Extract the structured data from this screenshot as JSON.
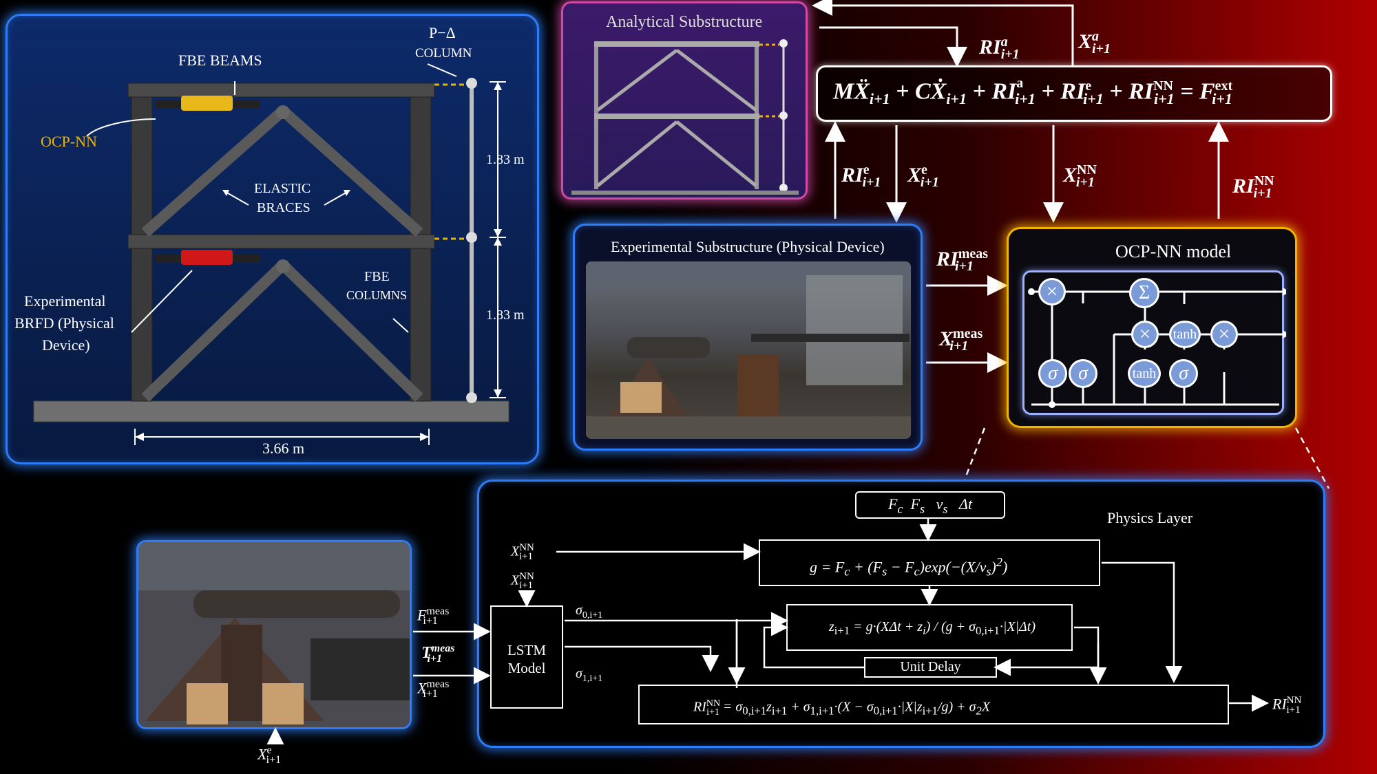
{
  "frame_panel": {
    "fbe_beams": "FBE BEAMS",
    "p_delta": "P−Δ",
    "column": "COLUMN",
    "ocp_nn": "OCP-NN",
    "elastic": "ELASTIC",
    "braces": "BRACES",
    "fbe": "FBE",
    "columns": "COLUMNS",
    "experimental": "Experimental",
    "brfd": "BRFD (Physical",
    "device": "Device)",
    "height_upper": "1.83 m",
    "height_lower": "1.83 m",
    "width": "3.66 m"
  },
  "analytical": {
    "title": "Analytical Substructure"
  },
  "equation": {
    "main": "MẌ",
    "full_parts": [
      "MẌ",
      "i+1",
      " + CẊ",
      "i+1",
      " + RI",
      "a",
      "i+1",
      " + RI",
      "e",
      "i+1",
      " + RI",
      "NN",
      "i+1",
      " = F",
      "ext",
      "i+1"
    ]
  },
  "signals": {
    "RI": "RI",
    "X": "X",
    "a": "a",
    "e": "e",
    "NN": "NN",
    "meas": "meas",
    "sub": "i+1"
  },
  "experimental": {
    "title": "Experimental Substructure (Physical Device)"
  },
  "ocp_model": {
    "title": "OCP-NN model",
    "sigma": "σ",
    "tanh": "tanh",
    "times": "×",
    "sum": "Σ"
  },
  "physics": {
    "title": "Physics Layer",
    "params": "F",
    "params_c": "c",
    "params_s": "s",
    "params_v": "v",
    "params_dt": "Δt",
    "lstm_line1": "LSTM",
    "lstm_line2": "Model",
    "sigma0": "σ",
    "sigma0_sub": "0,i+1",
    "sigma1_sub": "1,i+1",
    "unit_delay": "Unit Delay",
    "g_eq": "g = F",
    "z_eq": "z",
    "ri_eq": "RI",
    "F": "F",
    "T": "T"
  },
  "colors": {
    "blue": "#2e7df7",
    "gold": "#f0b400",
    "pink": "#d04aa8"
  }
}
